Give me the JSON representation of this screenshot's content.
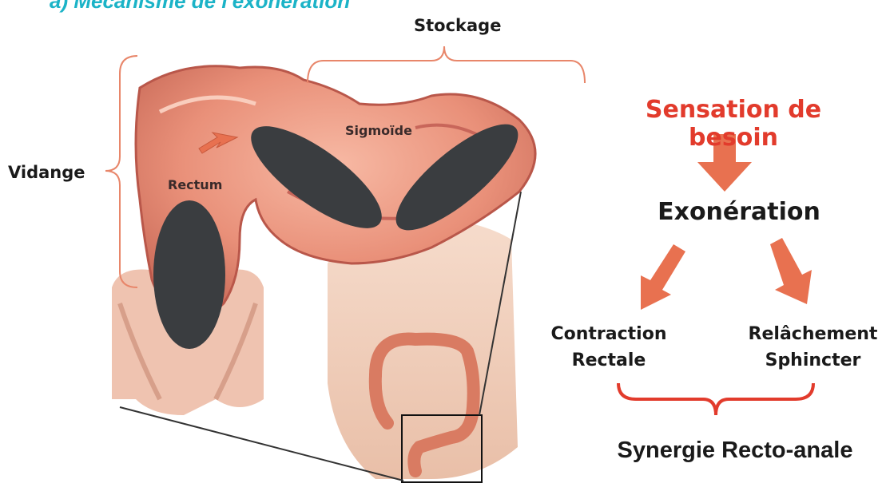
{
  "header": {
    "title": "a) Mécanisme de l'exonération"
  },
  "anatomy": {
    "stockage_label": "Stockage",
    "vidange_label": "Vidange",
    "sigmoide_label": "Sigmoïde",
    "rectum_label": "Rectum"
  },
  "flow": {
    "sensation": "Sensation de besoin",
    "exoneration": "Exonération",
    "contraction_line1": "Contraction",
    "contraction_line2": "Rectale",
    "relachement_line1": "Relâchement",
    "relachement_line2": "Sphincter",
    "synergie": "Synergie Recto-anale"
  },
  "colors": {
    "title": "#1bb3c7",
    "accent_red": "#e23b2c",
    "arrow_fill": "#e87150",
    "bracket": "#e8866a",
    "redaction": "#3a3d40"
  }
}
